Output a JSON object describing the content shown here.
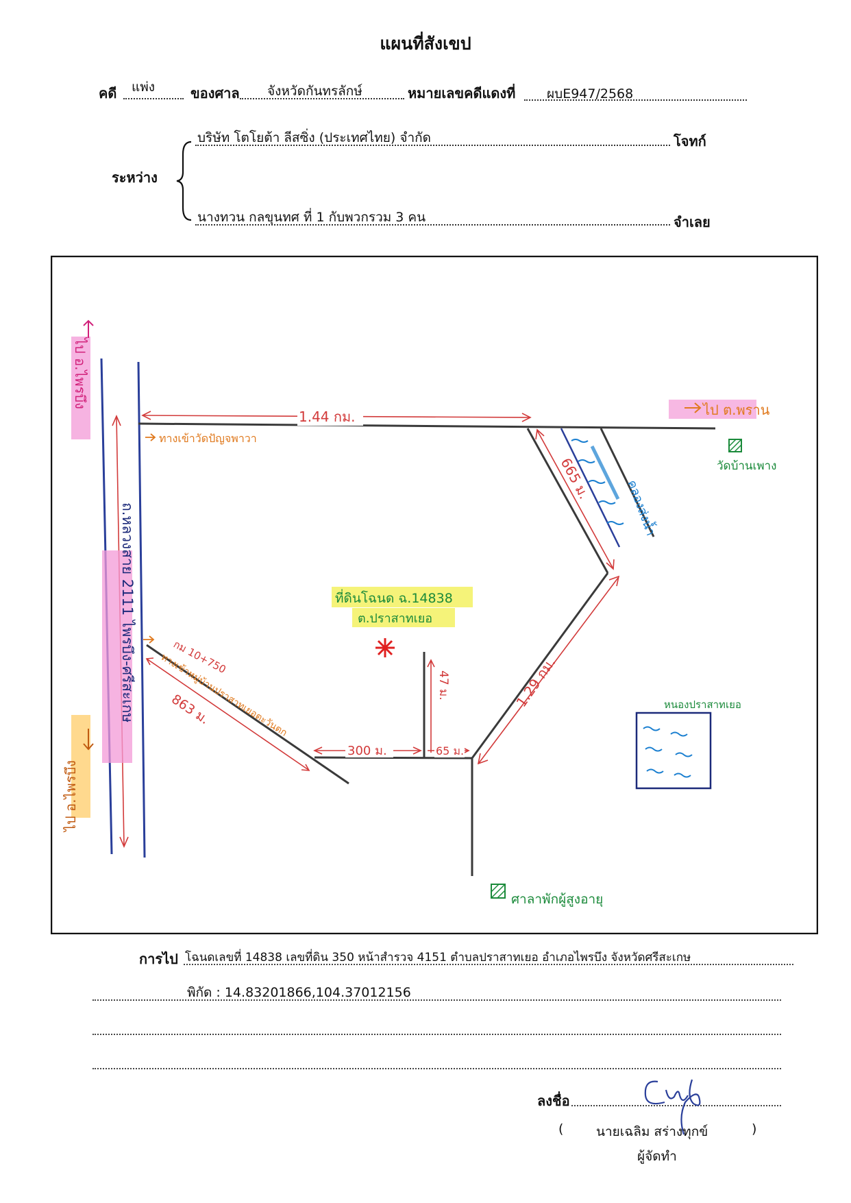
{
  "header": {
    "title": "แผนที่สังเขป",
    "case_label": "คดี",
    "case_type": "แพ่ง",
    "court_label": "ของศาล",
    "court_name": "จังหวัดกันทรลักษ์",
    "red_no_label": "หมายเลขคดีแดงที่",
    "red_no": "ผบE947/2568"
  },
  "parties": {
    "between_label": "ระหว่าง",
    "plaintiff": "บริษัท โตโยต้า ลีสซิ่ง (ประเทศไทย) จำกัด",
    "plaintiff_label": "โจทก์",
    "defendant": "นางทวน กลขุนทศ ที่ 1 กับพวกรวม 3 คน",
    "defendant_label": "จำเลย"
  },
  "map": {
    "to_top_left": "ไป อ.ไพรบึง",
    "to_bottom_left": "ไป อ.ไพรบึง",
    "to_top_right": "ไป ต.พราน",
    "highway_label": "ถ.หลวงสาย 2111 ไพรบึง-ศรีสะเกษ",
    "top_road_distance": "1.44 กม.",
    "top_road_label": "ทางเข้าวัดปัญจพาวา",
    "right_diag_distance": "665 ม.",
    "canal_label": "คลองส่งน้ำ",
    "right_mark_label": "วัดบ้านเพาง",
    "lower_right_distance": "1.29 กม.",
    "target_label_1": "ที่ดินโฉนด ฉ.14838",
    "target_label_2": "ต.ปราสาทเยอ",
    "km_marker": "กม 10+750",
    "branch_label": "ทางเข้าหมู่บ้านปราสาทเยอตะวันตก",
    "branch_distance": "863 ม.",
    "dist_300": "300 ม.",
    "dist_65": "65 ม.",
    "dist_47": "47 ม.",
    "pond_label": "หนองปราสาทเยอ",
    "bottom_mark_label": "ศาลาพักผู้สูงอายุ"
  },
  "footer": {
    "directions_label": "การไป",
    "directions_text": "โฉนดเลขที่ 14838 เลขที่ดิน 350 หน้าสำรวจ 4151 ตำบลปราสาทเยอ อำเภอไพรบึง จังหวัดศรีสะเกษ",
    "coords": "พิกัด : 14.83201866,104.37012156",
    "sign_label": "ลงชื่อ",
    "signer_open": "(",
    "signer_name": "นายเฉลิม สร่างทุกข์",
    "signer_close": ")",
    "signer_role": "ผู้จัดทำ"
  },
  "colors": {
    "ink": "#111111",
    "road": "#3a3a3a",
    "distance_red": "#d23a3a",
    "orange": "#e07a1f",
    "green": "#1a8a3a",
    "blue_highway": "#2a3f9a",
    "canal_blue": "#1a7fd0",
    "highlight_yellow": "#f4f26a",
    "highlight_pink": "#f39ad7",
    "highlight_orange": "#ffd27a"
  }
}
